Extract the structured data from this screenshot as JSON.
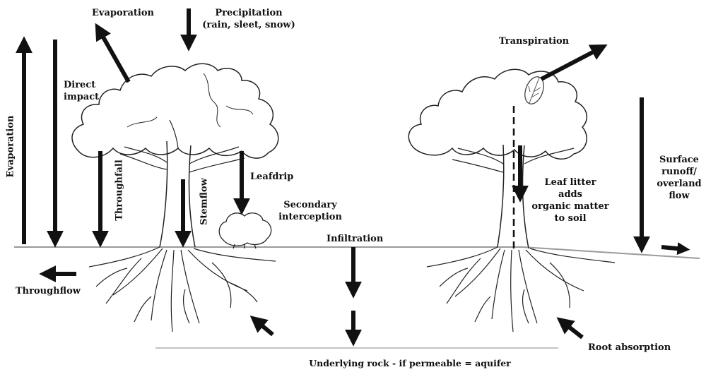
{
  "labels": {
    "evaporation_top": "Evaporation",
    "precipitation_line1": "Precipitation",
    "precipitation_line2": "(rain, sleet, snow)",
    "direct_impact_line1": "Direct",
    "direct_impact_line2": "impact",
    "evaporation_side": "Evaporation",
    "throughfall": "Throughfall",
    "stemflow": "Stemflow",
    "leafdrip": "Leafdrip",
    "secondary_line1": "Secondary",
    "secondary_line2": "interception",
    "infiltration": "Infiltration",
    "throughflow": "Throughflow",
    "transpiration": "Transpiration",
    "leaf_litter_line1": "Leaf litter",
    "leaf_litter_line2": "adds",
    "leaf_litter_line3": "organic matter",
    "leaf_litter_line4": "to soil",
    "surface_runoff_line1": "Surface",
    "surface_runoff_line2": "runoff/",
    "surface_runoff_line3": "overland",
    "surface_runoff_line4": "flow",
    "root_absorption": "Root absorption",
    "bedrock": "Underlying rock - if permeable = aquifer"
  },
  "colors": {
    "ink": "#111111",
    "ground": "#9a9a9a",
    "background": "#ffffff"
  }
}
